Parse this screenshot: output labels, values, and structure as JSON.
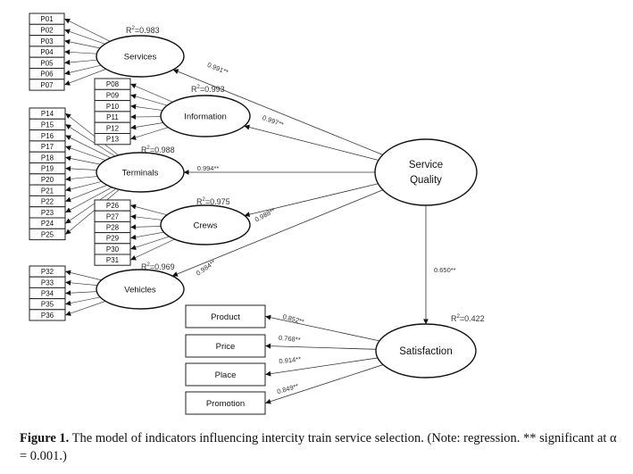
{
  "indicators": {
    "services": [
      "P01",
      "P02",
      "P03",
      "P04",
      "P05",
      "P06",
      "P07"
    ],
    "information": [
      "P08",
      "P09",
      "P10",
      "P11",
      "P12",
      "P13"
    ],
    "terminals": [
      "P14",
      "P15",
      "P16",
      "P17",
      "P18",
      "P19",
      "P20",
      "P21",
      "P22",
      "P23",
      "P24",
      "P25"
    ],
    "crews": [
      "P26",
      "P27",
      "P28",
      "P29",
      "P30",
      "P31"
    ],
    "vehicles": [
      "P32",
      "P33",
      "P34",
      "P35",
      "P36"
    ]
  },
  "factors": {
    "services": {
      "label": "Services",
      "r2": "R²=0.983",
      "coef": "0.991**"
    },
    "information": {
      "label": "Information",
      "r2": "R²=0.993",
      "coef": "0.997**"
    },
    "terminals": {
      "label": "Terminals",
      "r2": "R²=0.988",
      "coef": "0.994**"
    },
    "crews": {
      "label": "Crews",
      "r2": "R²=0.975",
      "coef": "0.988**"
    },
    "vehicles": {
      "label": "Vehicles",
      "r2": "R²=0.969",
      "coef": "0.984**"
    }
  },
  "service_quality": {
    "line1": "Service",
    "line2": "Quality"
  },
  "satisfaction": {
    "label": "Satisfaction",
    "r2": "R²=0.422",
    "path_coef": "0.650**"
  },
  "marketing": [
    {
      "label": "Product",
      "coef": "0.852**"
    },
    {
      "label": "Price",
      "coef": "0.768**"
    },
    {
      "label": "Place",
      "coef": "0.914**"
    },
    {
      "label": "Promotion",
      "coef": "0.849**"
    }
  ],
  "caption": {
    "label": "Figure 1.",
    "text": " The model of indicators influencing intercity train service selection. (Note: regression. ** significant at α = 0.001.)"
  }
}
